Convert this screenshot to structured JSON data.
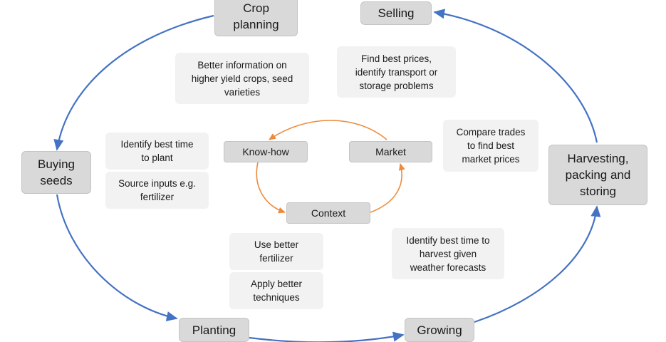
{
  "colors": {
    "cycle": "#4472c4",
    "inner_cycle": "#ed8b3c",
    "stage_fill": "#d9d9d9",
    "note_fill": "#f2f2f2"
  },
  "stages": {
    "crop_planning": [
      "Crop",
      "planning"
    ],
    "selling": [
      "Selling"
    ],
    "buying_seeds": [
      "Buying",
      "seeds"
    ],
    "harvesting": [
      "Harvesting,",
      "packing and",
      "storing"
    ],
    "planting": [
      "Planting"
    ],
    "growing": [
      "Growing"
    ]
  },
  "inner": {
    "know_how": "Know-how",
    "market": "Market",
    "context": "Context"
  },
  "notes": {
    "better_info": [
      "Better information on",
      "higher yield crops, seed",
      "varieties"
    ],
    "find_prices": [
      "Find best prices,",
      "identify transport or",
      "storage problems"
    ],
    "best_time_plant": [
      "Identify best time",
      "to plant"
    ],
    "source_inputs": [
      "Source inputs e.g.",
      "fertilizer"
    ],
    "compare_trades": [
      "Compare trades",
      "to find best",
      "market prices"
    ],
    "better_fertilizer": [
      "Use better",
      "fertilizer"
    ],
    "better_techniques": [
      "Apply better",
      "techniques"
    ],
    "harvest_time": [
      "Identify best time to",
      "harvest given",
      "weather forecasts"
    ]
  }
}
